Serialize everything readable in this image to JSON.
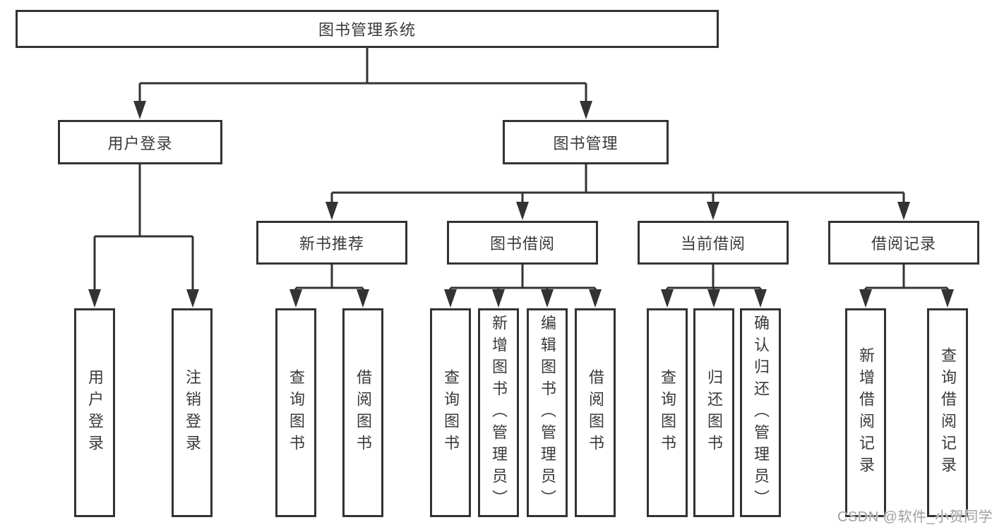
{
  "diagram_title": "图书管理系统",
  "tree": {
    "root": {
      "label": "图书管理系统"
    },
    "level2": [
      {
        "label": "用户登录"
      },
      {
        "label": "图书管理"
      }
    ],
    "level3": [
      {
        "label": "新书推荐"
      },
      {
        "label": "图书借阅"
      },
      {
        "label": "当前借阅"
      },
      {
        "label": "借阅记录"
      }
    ],
    "leaves": {
      "user_login": [
        {
          "label": "用户登录"
        },
        {
          "label": "注销登录"
        }
      ],
      "new_book": [
        {
          "label": "查询图书"
        },
        {
          "label": "借阅图书"
        }
      ],
      "book_borrow": [
        {
          "label": "查询图书"
        },
        {
          "label": "新增图书（管理员）"
        },
        {
          "label": "编辑图书（管理员）"
        },
        {
          "label": "借阅图书"
        }
      ],
      "current_borrow": [
        {
          "label": "查询图书"
        },
        {
          "label": "归还图书"
        },
        {
          "label": "确认归还（管理员）"
        }
      ],
      "borrow_record": [
        {
          "label": "新增借阅记录"
        },
        {
          "label": "查询借阅记录"
        }
      ]
    }
  },
  "watermark": "CSDN @软件_小贺同学",
  "colors": {
    "line": "#333333",
    "text": "#3a3a3a",
    "watermark": "#a0a0a0",
    "background": "#ffffff"
  }
}
